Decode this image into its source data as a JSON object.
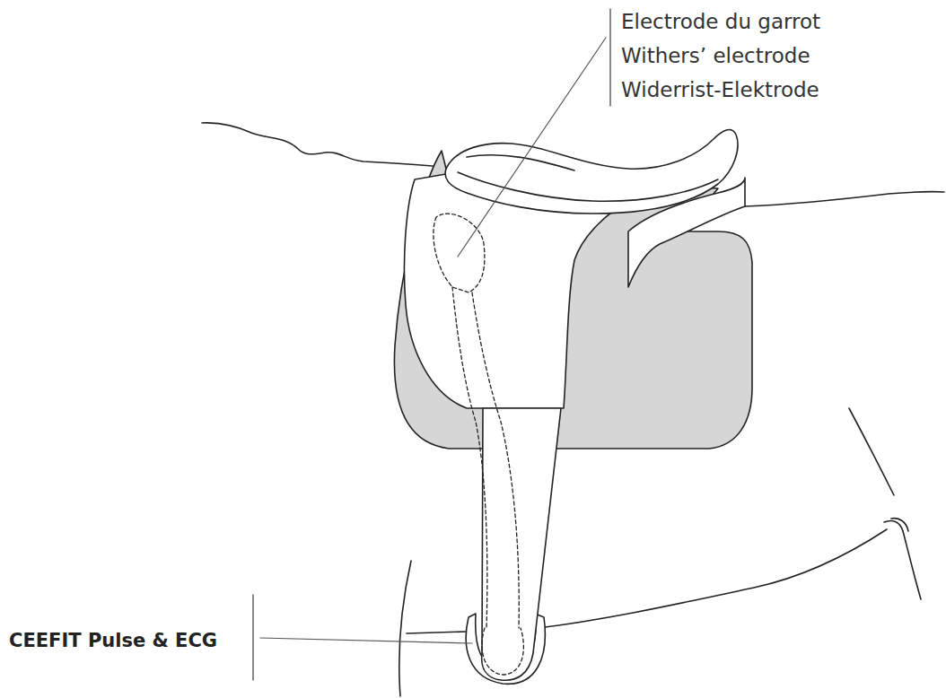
{
  "diagram": {
    "labels": [
      "Electrode du garrot",
      "Withers’ electrode",
      "Widerrist-Elektrode",
      "CEEFIT Pulse & ECG"
    ]
  }
}
